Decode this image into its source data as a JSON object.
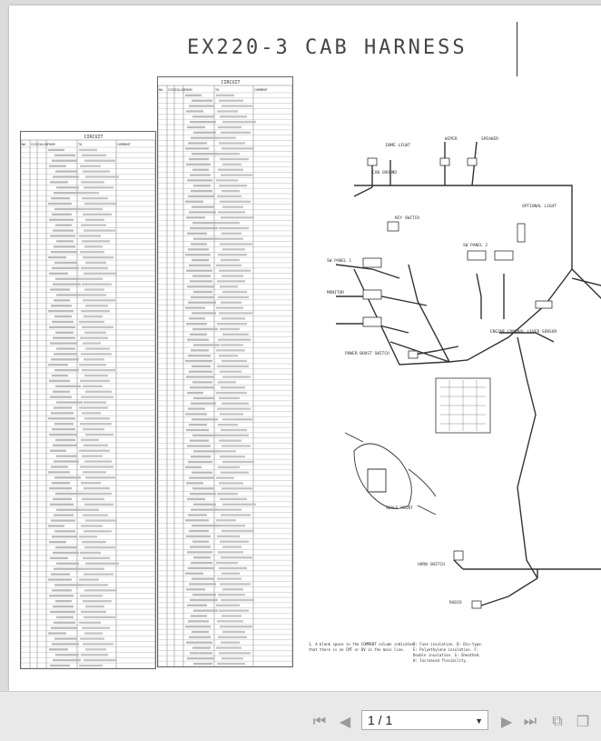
{
  "document": {
    "title": "EX220-3 CAB HARNESS",
    "table_left": {
      "header": "CIRCUIT",
      "columns": [
        "NO.",
        "SIZE",
        "COLOR",
        "FROM",
        "TO",
        "COMMENT"
      ]
    },
    "table_right": {
      "header": "CIRCUIT",
      "columns": [
        "NO.",
        "SIZE",
        "COLOR",
        "FROM",
        "TO",
        "COMMENT"
      ]
    },
    "diagram_labels": {
      "cab_ground": "CAB GROUND",
      "dome_light": "DOME LIGHT",
      "wiper": "WIPER",
      "speaker": "SPEAKER",
      "optional_light": "OPTIONAL LIGHT",
      "key_switch": "KEY SWITCH",
      "sw_panel_2": "SW PANEL 2",
      "sw_panel_1": "SW PANEL 1",
      "monitor": "MONITOR",
      "engine_control": "ENGINE CONTROL LEVER SENSOR",
      "power_boost": "POWER BOOST SWITCH",
      "horn_switch": "HORN SWITCH",
      "radio": "RADIO",
      "seale_point": "SEALE POINT"
    },
    "notes": "1. A blank space in the COMMENT column indicates that there is no CMT or DV in the main line.",
    "notes2": "B: Fuse insulation. D: Dio-type. E: Polyethylene insulation. F: Double insulation. G: Sheathed. H: Increased flexibility."
  },
  "toolbar": {
    "first_icon": "first-page-icon",
    "prev_icon": "previous-page-icon",
    "page_indicator": "1 / 1",
    "next_icon": "next-page-icon",
    "last_icon": "last-page-icon",
    "fit_width_icon": "fit-width-icon",
    "fit_page_icon": "fit-page-icon"
  }
}
